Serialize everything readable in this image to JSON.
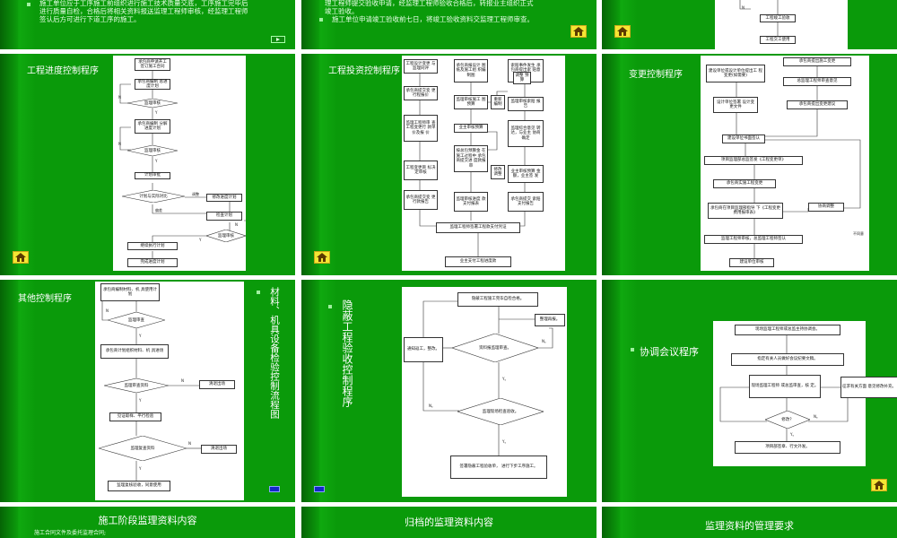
{
  "slides": {
    "s1": {
      "lines": [
        "施工单位应于工序施工前组织进行施工技术质量交底，工序施工完毕后",
        "进行质量自检，合格后将相关资料报送监理工程师审核，经监理工程师",
        "签认后方可进行下道工序的施工。"
      ]
    },
    "s2": {
      "lines": [
        "理工程师提交验收申请，经监理工程师验收合格后，转报业主组织正式",
        "竣工验收。",
        "施工单位申请竣工验收前七日，将竣工验收资料交监理工程师审查。"
      ]
    },
    "s3": {
      "boxes": [
        "工程竣工验收",
        "工程交工使用"
      ],
      "label_n": "N"
    },
    "s4": {
      "title": "工程进度控制程序",
      "boxes": [
        "承包商申请开工 签订施工合同",
        "承包商编制 总进度计划",
        "承包商编制 分解进度计划",
        "计划审批",
        "执行进度计划",
        "修改进度计划",
        "检查计划",
        "继续执行计划",
        "完成进度计划"
      ],
      "diamonds": [
        "监理审核",
        "监理审核",
        "计划与实际对比",
        "监理审核"
      ],
      "labels": [
        "N",
        "Y",
        "N",
        "Y",
        "调整",
        "偏差",
        "N",
        "Y"
      ]
    },
    "s5": {
      "title": "工程投资控制程序",
      "boxes": [
        "工程设计变更 与监理同评",
        "承包商报设计 图纸及施工组 织编制图",
        "索赔事件发生 承包商提出索 赔意向",
        "承包商提交变 更行程报价",
        "监理审核施工 图预算",
        "监理审核索赔 报告",
        "监理工程师审 查工程变更行 款单价及报 价",
        "业主审核预算",
        "监理综合意见 转达，与业主 协商确定",
        "工程变更目 标决定审核",
        "按总包预算金 在施工过程中 承包商提交进 度款报审",
        "业主审核预算 金额，业主签 发",
        "承包商提交变 更行款报告",
        "监理审核进度 款支付报表",
        "承包商提交 索赔支付报告",
        "监理工程师签署工程款支付凭证",
        "业主支付工程进度款"
      ],
      "small": [
        "调整 预算",
        "重新 编制",
        "修改 调整"
      ]
    },
    "s6": {
      "title": "变更控制程序",
      "boxes": [
        "承包商提出施工变更",
        "建设单位或设计单位提出工 程变更(如需要)",
        "总监理工程师审查意见",
        "设计单位签署 设计变更文件",
        "承包商提出变更建议",
        "建设单位书面签认",
        "项目监理部总监签发《工程变更单》",
        "承包商实施工程变更",
        "承包商在项目监理部指导 下《工程变更费用报审表》",
        "协商调整",
        "监理工程师审核，总监理工程师签认",
        "建设单位审核"
      ],
      "label": "不同意"
    },
    "s7": {
      "title": "其他控制程序",
      "boxes": [
        "承包商编制材料、机 具使用计划",
        "承包商计划组织材料、机 具进场",
        "清退出场",
        "见证取样、平行检验",
        "清退出场",
        "监理复核验收，同意使用"
      ],
      "diamonds": [
        "监理审查",
        "监理审查资料",
        "监理复查资料"
      ],
      "labels": [
        "N",
        "Y",
        "N",
        "Y",
        "N",
        "Y"
      ]
    },
    "s8": {
      "heading": "材料、机具设备检验控制流程图"
    },
    "s9": {
      "heading": "隐蔽工程验收控制程序",
      "boxes": [
        "隐蔽工程施工完毕自检合格。",
        "整理再报。",
        "通知返工，整改。",
        "签署隐蔽工程验收单， 进行下步工序施工。"
      ],
      "diamonds": [
        "资料报监理审查。",
        "监理现场检查验收。"
      ],
      "labels": [
        "N。",
        "Y。",
        "N。",
        "Y。"
      ]
    },
    "s10": {
      "heading": "协调会议程序",
      "boxes": [
        "现场监理工程师或总监主持协调会。",
        "指定有关人员做好会议纪要文稿。",
        "现场监理工程师 或总监审查，核 定。",
        "征求有关方面 意见修改补充。",
        "项目部签章、行文外发。"
      ],
      "diamond": "修改？",
      "labels": [
        "N。",
        "Y。"
      ]
    },
    "s11": {
      "title": "施工阶段监理资料内容",
      "line": "施工合同文件及委托监理合同;"
    },
    "s12": {
      "title": "归档的监理资料内容"
    },
    "s13": {
      "title": "监理资料的管理要求"
    }
  }
}
